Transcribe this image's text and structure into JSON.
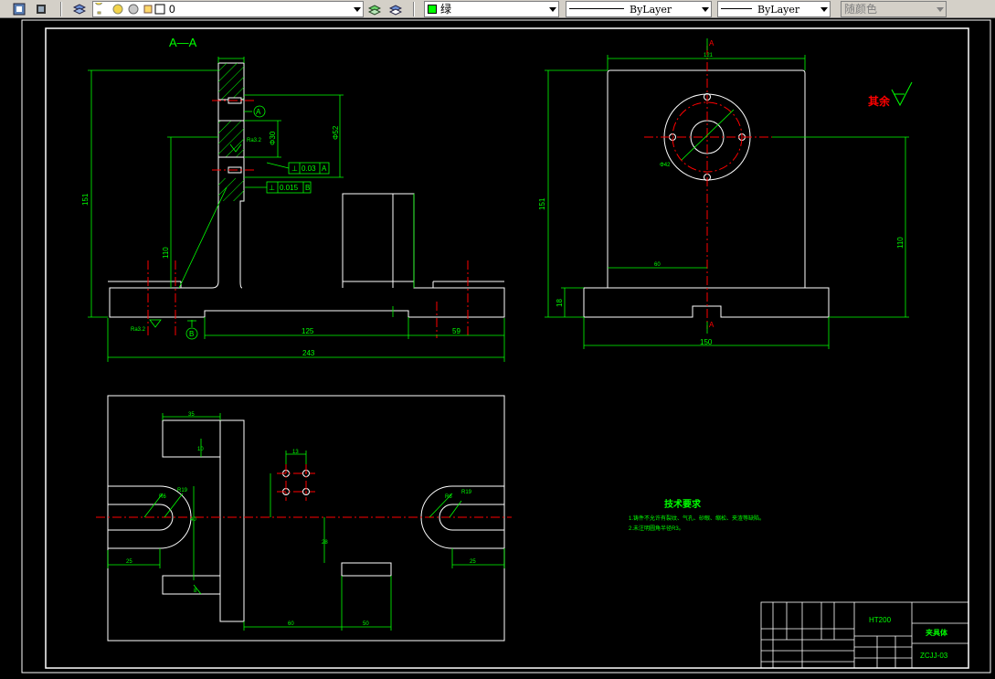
{
  "toolbar": {
    "layer_name": "0",
    "color_name": "绿",
    "color_swatch": "#00ff00",
    "linetype": "ByLayer",
    "lineweight": "ByLayer",
    "plotstyle": "随颜色"
  },
  "drawing": {
    "section_label": "A—A",
    "datum_a": "A",
    "datum_b": "B",
    "tol_perp_1_value": "0.03",
    "tol_perp_1_datum": "A",
    "tol_perp_2_value": "0.015",
    "tol_perp_2_datum": "B",
    "dim_151": "151",
    "dim_110": "110",
    "dim_125": "125",
    "dim_59": "59",
    "dim_243": "243",
    "dim_150": "150",
    "dim_110_right": "110",
    "dim_18": "18",
    "dim_phi52": "Φ52",
    "dim_phi30": "Φ30",
    "dim_phi42": "Φ42",
    "surface_finish_1": "Ra3.2",
    "surface_finish_2": "Ra3.2",
    "surface_rest": "其余",
    "section_mark_top": "A",
    "section_mark_bottom": "A",
    "tech_title": "技术要求",
    "tech_line_1": "1.铸件不允许有裂纹、气孔、砂眼、缩松、夹渣等缺陷。",
    "tech_line_2": "2.未注明圆角半径R3。",
    "title_material": "HT200",
    "title_part_name": "夹具体",
    "title_drawing_no": "ZCJJ-03"
  }
}
